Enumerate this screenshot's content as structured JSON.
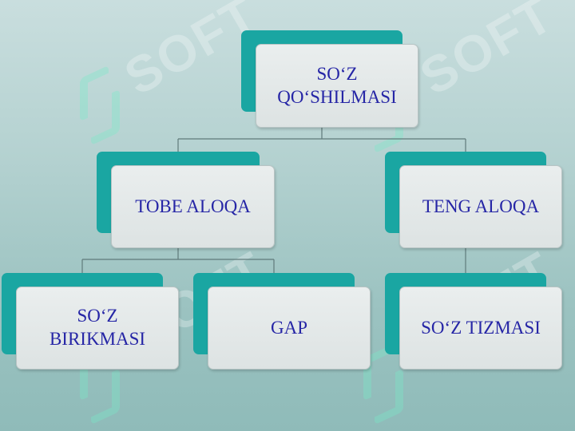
{
  "diagram": {
    "root": {
      "label": "SO‘Z\nQO‘SHILMASI"
    },
    "level1": [
      {
        "label": "TOBE ALOQA"
      },
      {
        "label": "TENG ALOQA"
      }
    ],
    "level2": [
      {
        "label": "SO‘Z\nBIRIKMASI"
      },
      {
        "label": "GAP"
      },
      {
        "label": "SO‘Z TIZMASI"
      }
    ]
  },
  "watermark": {
    "text": "SOFT"
  },
  "colors": {
    "accent_teal": "#1aa6a2",
    "text_blue": "#2626a6",
    "card_fill": "#e4e9e9"
  }
}
